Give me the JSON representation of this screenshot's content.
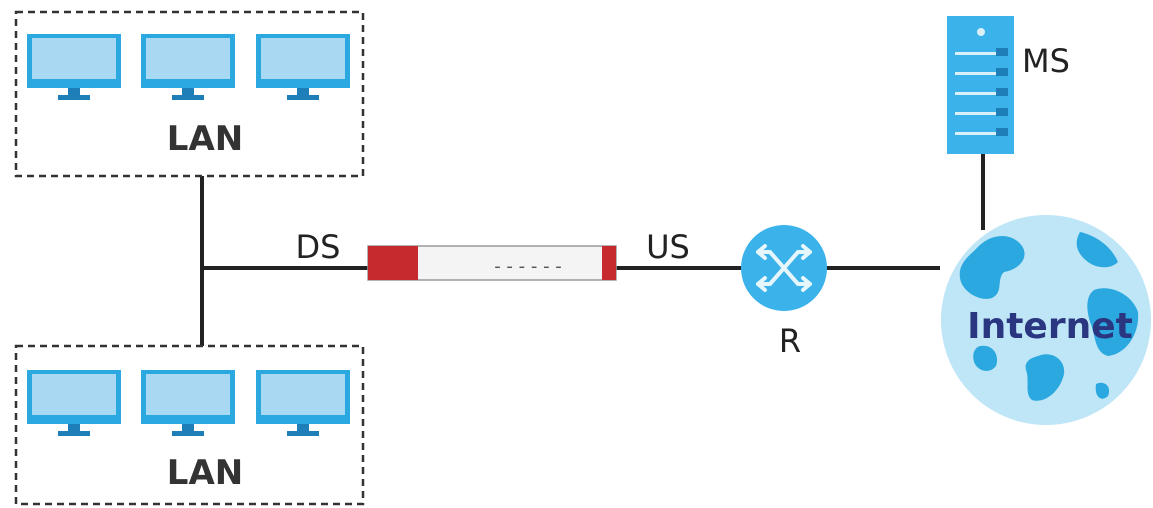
{
  "labels": {
    "lan_top": "LAN",
    "lan_bottom": "LAN",
    "ds": "DS",
    "us": "US",
    "router": "R",
    "server": "MS",
    "internet": "Internet",
    "firewall_dots": "- - - - - -"
  },
  "colors": {
    "monitor_frame": "#2aa8df",
    "monitor_screen": "#a8d8f2",
    "monitor_stand": "#1e7fb8",
    "firewall_red": "#c62a2e",
    "line": "#222222",
    "router": "#3bb3ea",
    "server_body": "#3bb3ea",
    "server_slot": "#d9f0fb",
    "globe_ocean": "#bfe6f7",
    "globe_land": "#2aa8df",
    "internet_text": "#2b3680"
  },
  "icons": [
    "monitor-icon",
    "firewall-device-icon",
    "router-icon",
    "server-icon",
    "globe-icon"
  ]
}
